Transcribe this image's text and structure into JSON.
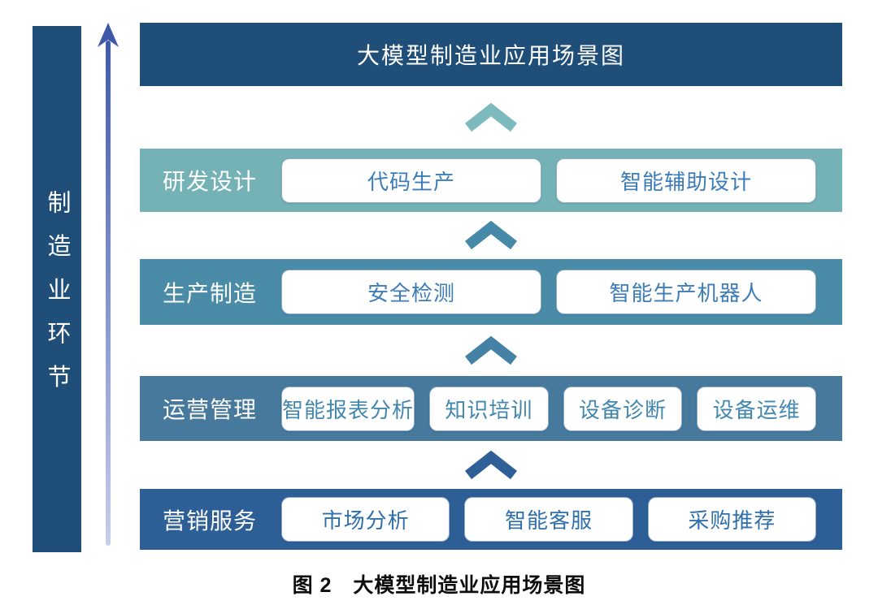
{
  "colors": {
    "header_bg": "#1F4E79",
    "sidebar_bg": "#1F4E79",
    "arrow_top": "#3B55A6",
    "arrow_bottom": "#C9D0EB",
    "chevrons": [
      "#7CBABD",
      "#4789A8",
      "#4481A4",
      "#2E5F96"
    ]
  },
  "sidebar": {
    "label": "制造业环节"
  },
  "header": {
    "title": "大模型制造业应用场景图"
  },
  "rows": [
    {
      "label": "研发设计",
      "bg": "#74B2B6",
      "pill_text": "#3C7CB8",
      "items": [
        "代码生产",
        "智能辅助设计"
      ]
    },
    {
      "label": "生产制造",
      "bg": "#4A8BA7",
      "pill_text": "#3C7CB8",
      "items": [
        "安全检测",
        "智能生产机器人"
      ]
    },
    {
      "label": "运营管理",
      "bg": "#46799B",
      "pill_text": "#4187AF",
      "items": [
        "智能报表分析",
        "知识培训",
        "设备诊断",
        "设备运维"
      ]
    },
    {
      "label": "营销服务",
      "bg": "#2D5F96",
      "pill_text": "#2F70AC",
      "items": [
        "市场分析",
        "智能客服",
        "采购推荐"
      ]
    }
  ],
  "caption": "图 2　大模型制造业应用场景图"
}
